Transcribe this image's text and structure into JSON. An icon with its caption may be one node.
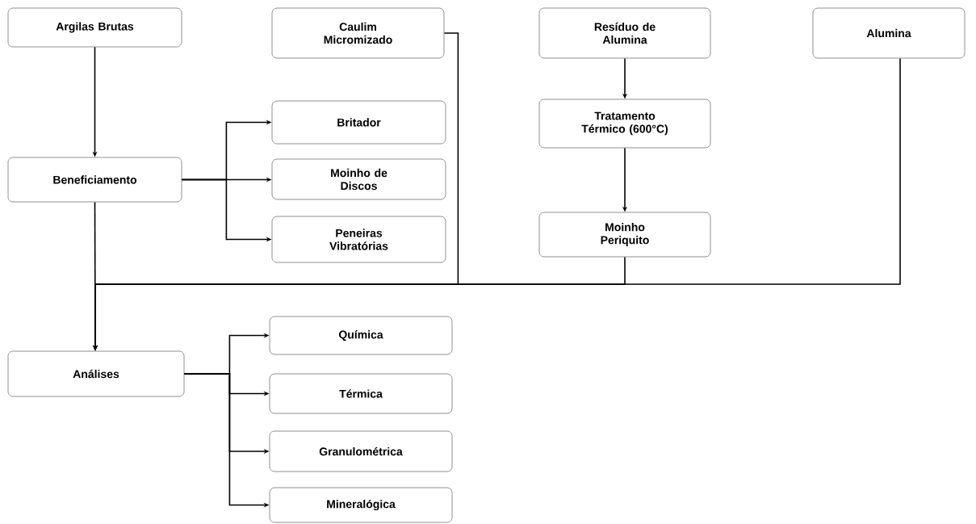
{
  "diagram": {
    "nodes": [
      {
        "text": [
          "Argilas Brutas"
        ]
      },
      {
        "text": [
          "Caulim Micromizado"
        ]
      },
      {
        "text": [
          "Resíduo de Alumina"
        ]
      },
      {
        "text": [
          "Alumina"
        ]
      },
      {
        "text": [
          "Beneficiamento"
        ]
      },
      {
        "text": [
          "Britador"
        ]
      },
      {
        "text": [
          "Moinho de Discos"
        ]
      },
      {
        "text": [
          "Peneiras Vibratórias"
        ]
      },
      {
        "text": [
          "Tratamento Térmico (600°C)"
        ]
      },
      {
        "text": [
          "Moinho Periquito"
        ]
      },
      {
        "text": [
          "Análises"
        ]
      },
      {
        "text": [
          "Química"
        ]
      },
      {
        "text": [
          "Térmica"
        ]
      },
      {
        "text": [
          "Granulométrica"
        ]
      },
      {
        "text": [
          "Mineralógica"
        ]
      }
    ],
    "edges": [
      {
        "from": 0,
        "to": 4,
        "arrow": "to"
      },
      {
        "from": 4,
        "to": 5,
        "arrow": "to"
      },
      {
        "from": 4,
        "to": 6,
        "arrow": "to"
      },
      {
        "from": 4,
        "to": 7,
        "arrow": "to"
      },
      {
        "from": 2,
        "to": 8,
        "arrow": "to"
      },
      {
        "from": 8,
        "to": 9,
        "arrow": "to"
      },
      {
        "from": 4,
        "to": 10,
        "arrow": "to"
      },
      {
        "from": 1,
        "to": 10,
        "arrow": "to"
      },
      {
        "from": 9,
        "to": 10,
        "arrow": "to"
      },
      {
        "from": 3,
        "to": 10,
        "arrow": "to"
      },
      {
        "from": 10,
        "to": 11,
        "arrow": "to"
      },
      {
        "from": 10,
        "to": 12,
        "arrow": "to"
      },
      {
        "from": 10,
        "to": 13,
        "arrow": "to"
      },
      {
        "from": 10,
        "to": 14,
        "arrow": "to"
      }
    ]
  }
}
